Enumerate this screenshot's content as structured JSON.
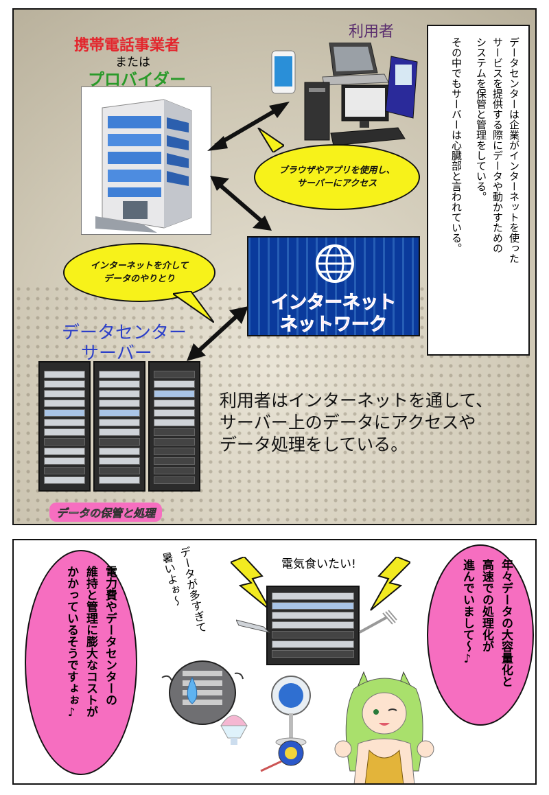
{
  "panel1": {
    "provider": {
      "line1": "携帯電話事業者",
      "line2": "または",
      "line3": "プロバイダー"
    },
    "user_label": "利用者",
    "explanation_vertical": {
      "col1": "データセンターは企業がインターネットを使った",
      "col2": "サービスを提供する際にデータや動かすための",
      "col3": "システムを保管と管理をしている。",
      "col4": "その中でもサーバーは心臓部と言われている。"
    },
    "bubble_browser": {
      "line1": "ブラウザやアプリを使用し、",
      "line2": "サーバーにアクセス"
    },
    "bubble_internet": {
      "line1": "インターネットを介して",
      "line2": "データのやりとり"
    },
    "internet_box": {
      "line1": "インターネット",
      "line2": "ネットワーク"
    },
    "datacenter_label": {
      "line1": "データセンター",
      "line2": "サーバー"
    },
    "main_text": {
      "line1": "利用者はインターネットを通して、",
      "line2": "サーバー上のデータにアクセスや",
      "line3": "データ処理をしている。"
    },
    "tag": "データの保管と処理"
  },
  "panel2": {
    "left_bubble": {
      "col1": "電力費やデータセンターの",
      "col2": "維持と管理に膨大なコストが",
      "col3": "かかっているそうですょぉ♪"
    },
    "hot_text": {
      "col1": "データが多すぎて",
      "col2": "暑いよぉ〜"
    },
    "hungry_text": "電気食いたい!",
    "right_bubble": {
      "col1": "年々データの大容量化と",
      "col2": "高速での処理化が",
      "col3": "進んでいまして〜♪"
    }
  },
  "colors": {
    "provider_red": "#e3262d",
    "provider_green": "#2a9a2a",
    "datacenter_blue": "#2b3fc9",
    "bubble_yellow": "#f7f21a",
    "bubble_pink": "#f66ec0",
    "internet_blue": "#0a3a9c",
    "internet_text_pink": "#f56bc3"
  }
}
